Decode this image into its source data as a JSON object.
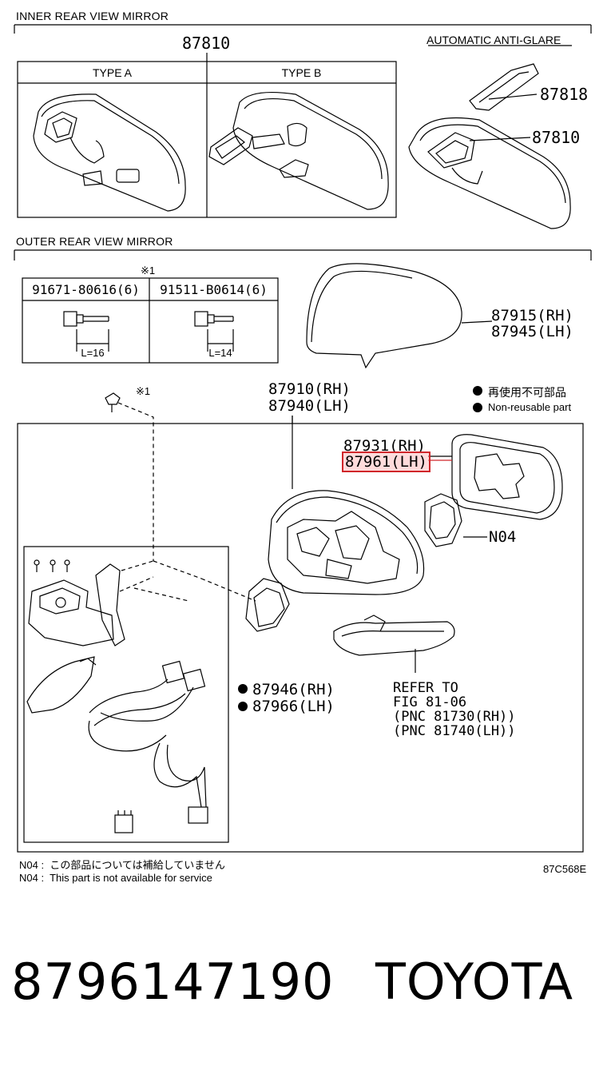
{
  "inner": {
    "section_title": "INNER REAR VIEW MIRROR",
    "main_part": "87810",
    "auto_label": "AUTOMATIC ANTI-GLARE",
    "type_a": "TYPE A",
    "type_b": "TYPE B",
    "auto_parts": [
      "87818",
      "87810"
    ]
  },
  "outer": {
    "section_title": "OUTER REAR VIEW MIRROR",
    "note_mark": "※1",
    "bolts": [
      {
        "part": "91671-80616(6)",
        "length": "L=16"
      },
      {
        "part": "91511-B0614(6)",
        "length": "L=14"
      }
    ],
    "cover_rh": "87915(RH)",
    "cover_lh": "87945(LH)",
    "assy_rh": "87910(RH)",
    "assy_lh": "87940(LH)",
    "legend_1": "再使用不可部品",
    "legend_2": "Non-reusable part",
    "glass_rh": "87931(RH)",
    "glass_lh": "87961(LH)",
    "n04": "N04",
    "sub_rh": "87946(RH)",
    "sub_lh": "87966(LH)",
    "refer": [
      "REFER TO",
      "FIG 81-06",
      "(PNC 81730(RH))",
      "(PNC 81740(LH))"
    ],
    "bolt_mark": "※1"
  },
  "notes": {
    "n04_jp_key": "N04 :",
    "n04_jp": "この部品については補給していません",
    "n04_en_key": "N04 :",
    "n04_en": "This part is not available for service",
    "code": "87C568E"
  },
  "footer": {
    "part_number": "8796147190",
    "brand": "TOYOTA"
  },
  "colors": {
    "highlight": "#d0262a",
    "line": "#000000"
  }
}
